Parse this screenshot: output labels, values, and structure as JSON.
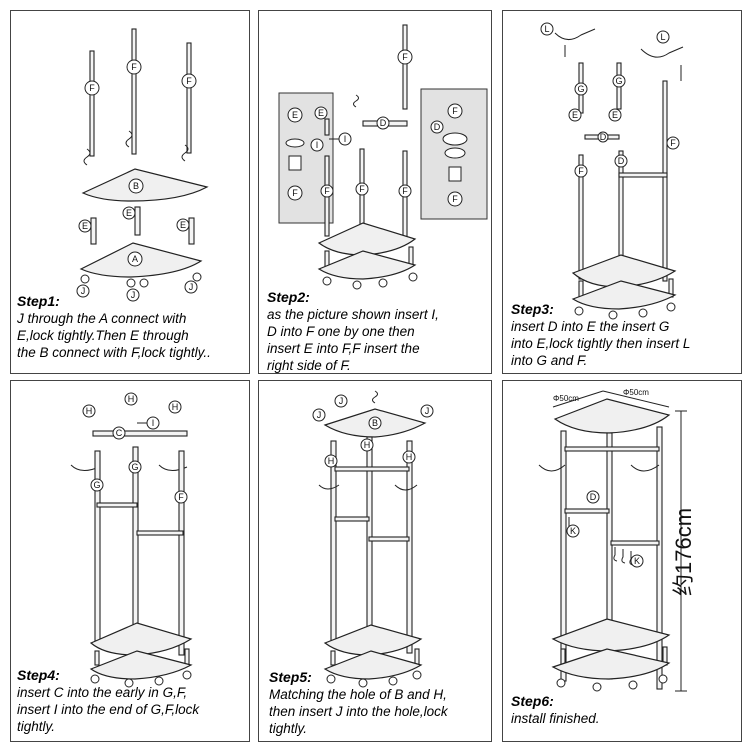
{
  "steps": [
    {
      "title": "Step1:",
      "text": "J through the A connect with\nE,lock tightly.Then E through\nthe B connect with F,lock tightly.."
    },
    {
      "title": "Step2:",
      "text": "as the picture shown insert I,\nD into F one by one then\n insert E into F,F insert the\nright side of F."
    },
    {
      "title": "Step3:",
      "text": "insert D into E the insert G\ninto E,lock tightly then insert L\ninto G and F."
    },
    {
      "title": "Step4:",
      "text": "insert C into the early in G,F,\ninsert I into the end of G,F,lock\n tightly."
    },
    {
      "title": "Step5:",
      "text": "Matching the hole of B and H,\nthen insert J into the hole,lock\n tightly."
    },
    {
      "title": "Step6:",
      "text": "install finished."
    }
  ],
  "part_labels": {
    "A": "A",
    "B": "B",
    "C": "C",
    "D": "D",
    "E": "E",
    "F": "F",
    "G": "G",
    "H": "H",
    "I": "I",
    "J": "J",
    "K": "K",
    "L": "L"
  },
  "dimensions": {
    "width_left": "Φ50cm",
    "width_right": "Φ50cm",
    "height": "约176cm"
  }
}
